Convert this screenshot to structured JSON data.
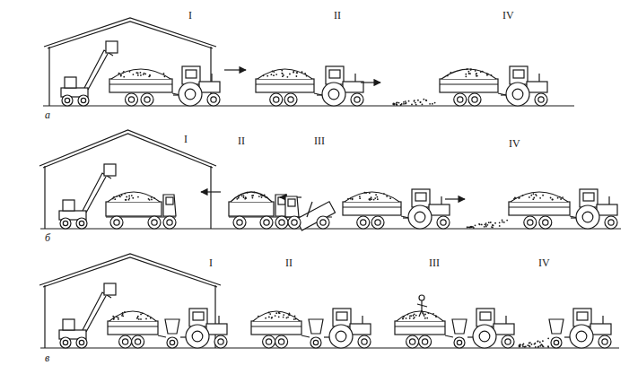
{
  "diagram": {
    "labels": [
      "I",
      "II",
      "IV",
      "а",
      "I",
      "II",
      "III",
      "IV",
      "б",
      "I",
      "II",
      "III",
      "IV",
      "в"
    ]
  }
}
